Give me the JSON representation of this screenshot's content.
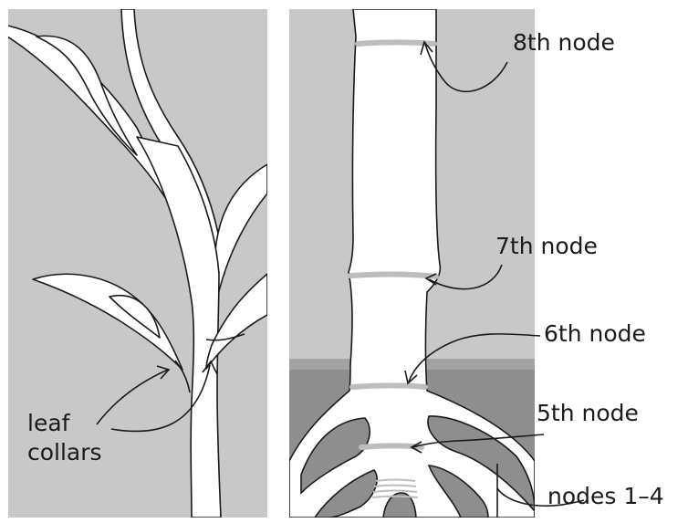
{
  "left_panel": {
    "label_line1": "leaf",
    "label_line2": "collars"
  },
  "right_panel": {
    "node_labels": {
      "n8": "8th node",
      "n7": "7th node",
      "n6": "6th node",
      "n5": "5th node",
      "n1to4": "nodes 1–4"
    }
  },
  "colors": {
    "panel_background": "#c8c8c8",
    "soil": "#8e8e8e",
    "plant_fill": "#ffffff",
    "outline": "#1a1a1a",
    "node_band": "#bdbdbd"
  }
}
